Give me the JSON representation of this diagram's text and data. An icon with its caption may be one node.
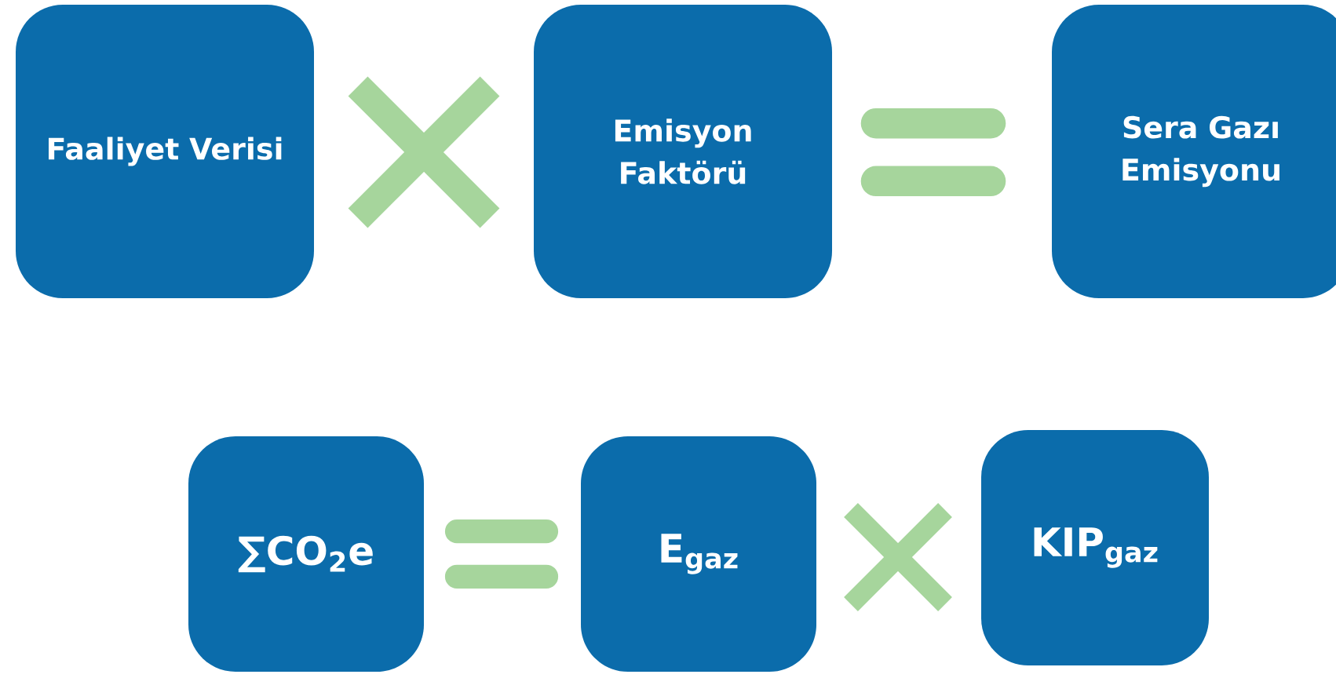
{
  "diagram": {
    "nodes": [
      {
        "text": [
          "Faaliyet Verisi"
        ]
      },
      {
        "text": [
          "Emisyon Faktörü"
        ]
      },
      {
        "text": [
          "Sera Gazı Emisyonu"
        ]
      },
      {
        "text": [
          "∑CO$_{2}$e"
        ]
      },
      {
        "text": [
          "E$_{gaz}$"
        ]
      },
      {
        "text": [
          "KIP$_{gaz}$"
        ]
      }
    ],
    "edges": []
  }
}
